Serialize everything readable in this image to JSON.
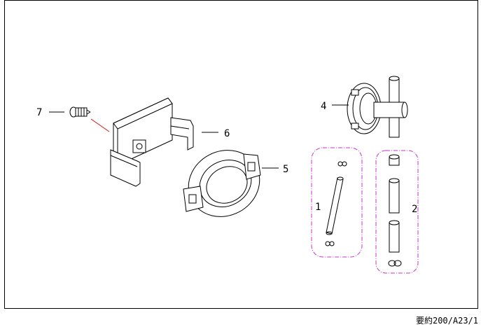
{
  "callouts": {
    "c1": "1",
    "c2": "2",
    "c4": "4",
    "c5": "5",
    "c6": "6",
    "c7": "7"
  },
  "footer": {
    "code": "要約200/A23/1"
  },
  "colors": {
    "leader_accent": "#d11111",
    "group_outline": "#cc33cc"
  }
}
